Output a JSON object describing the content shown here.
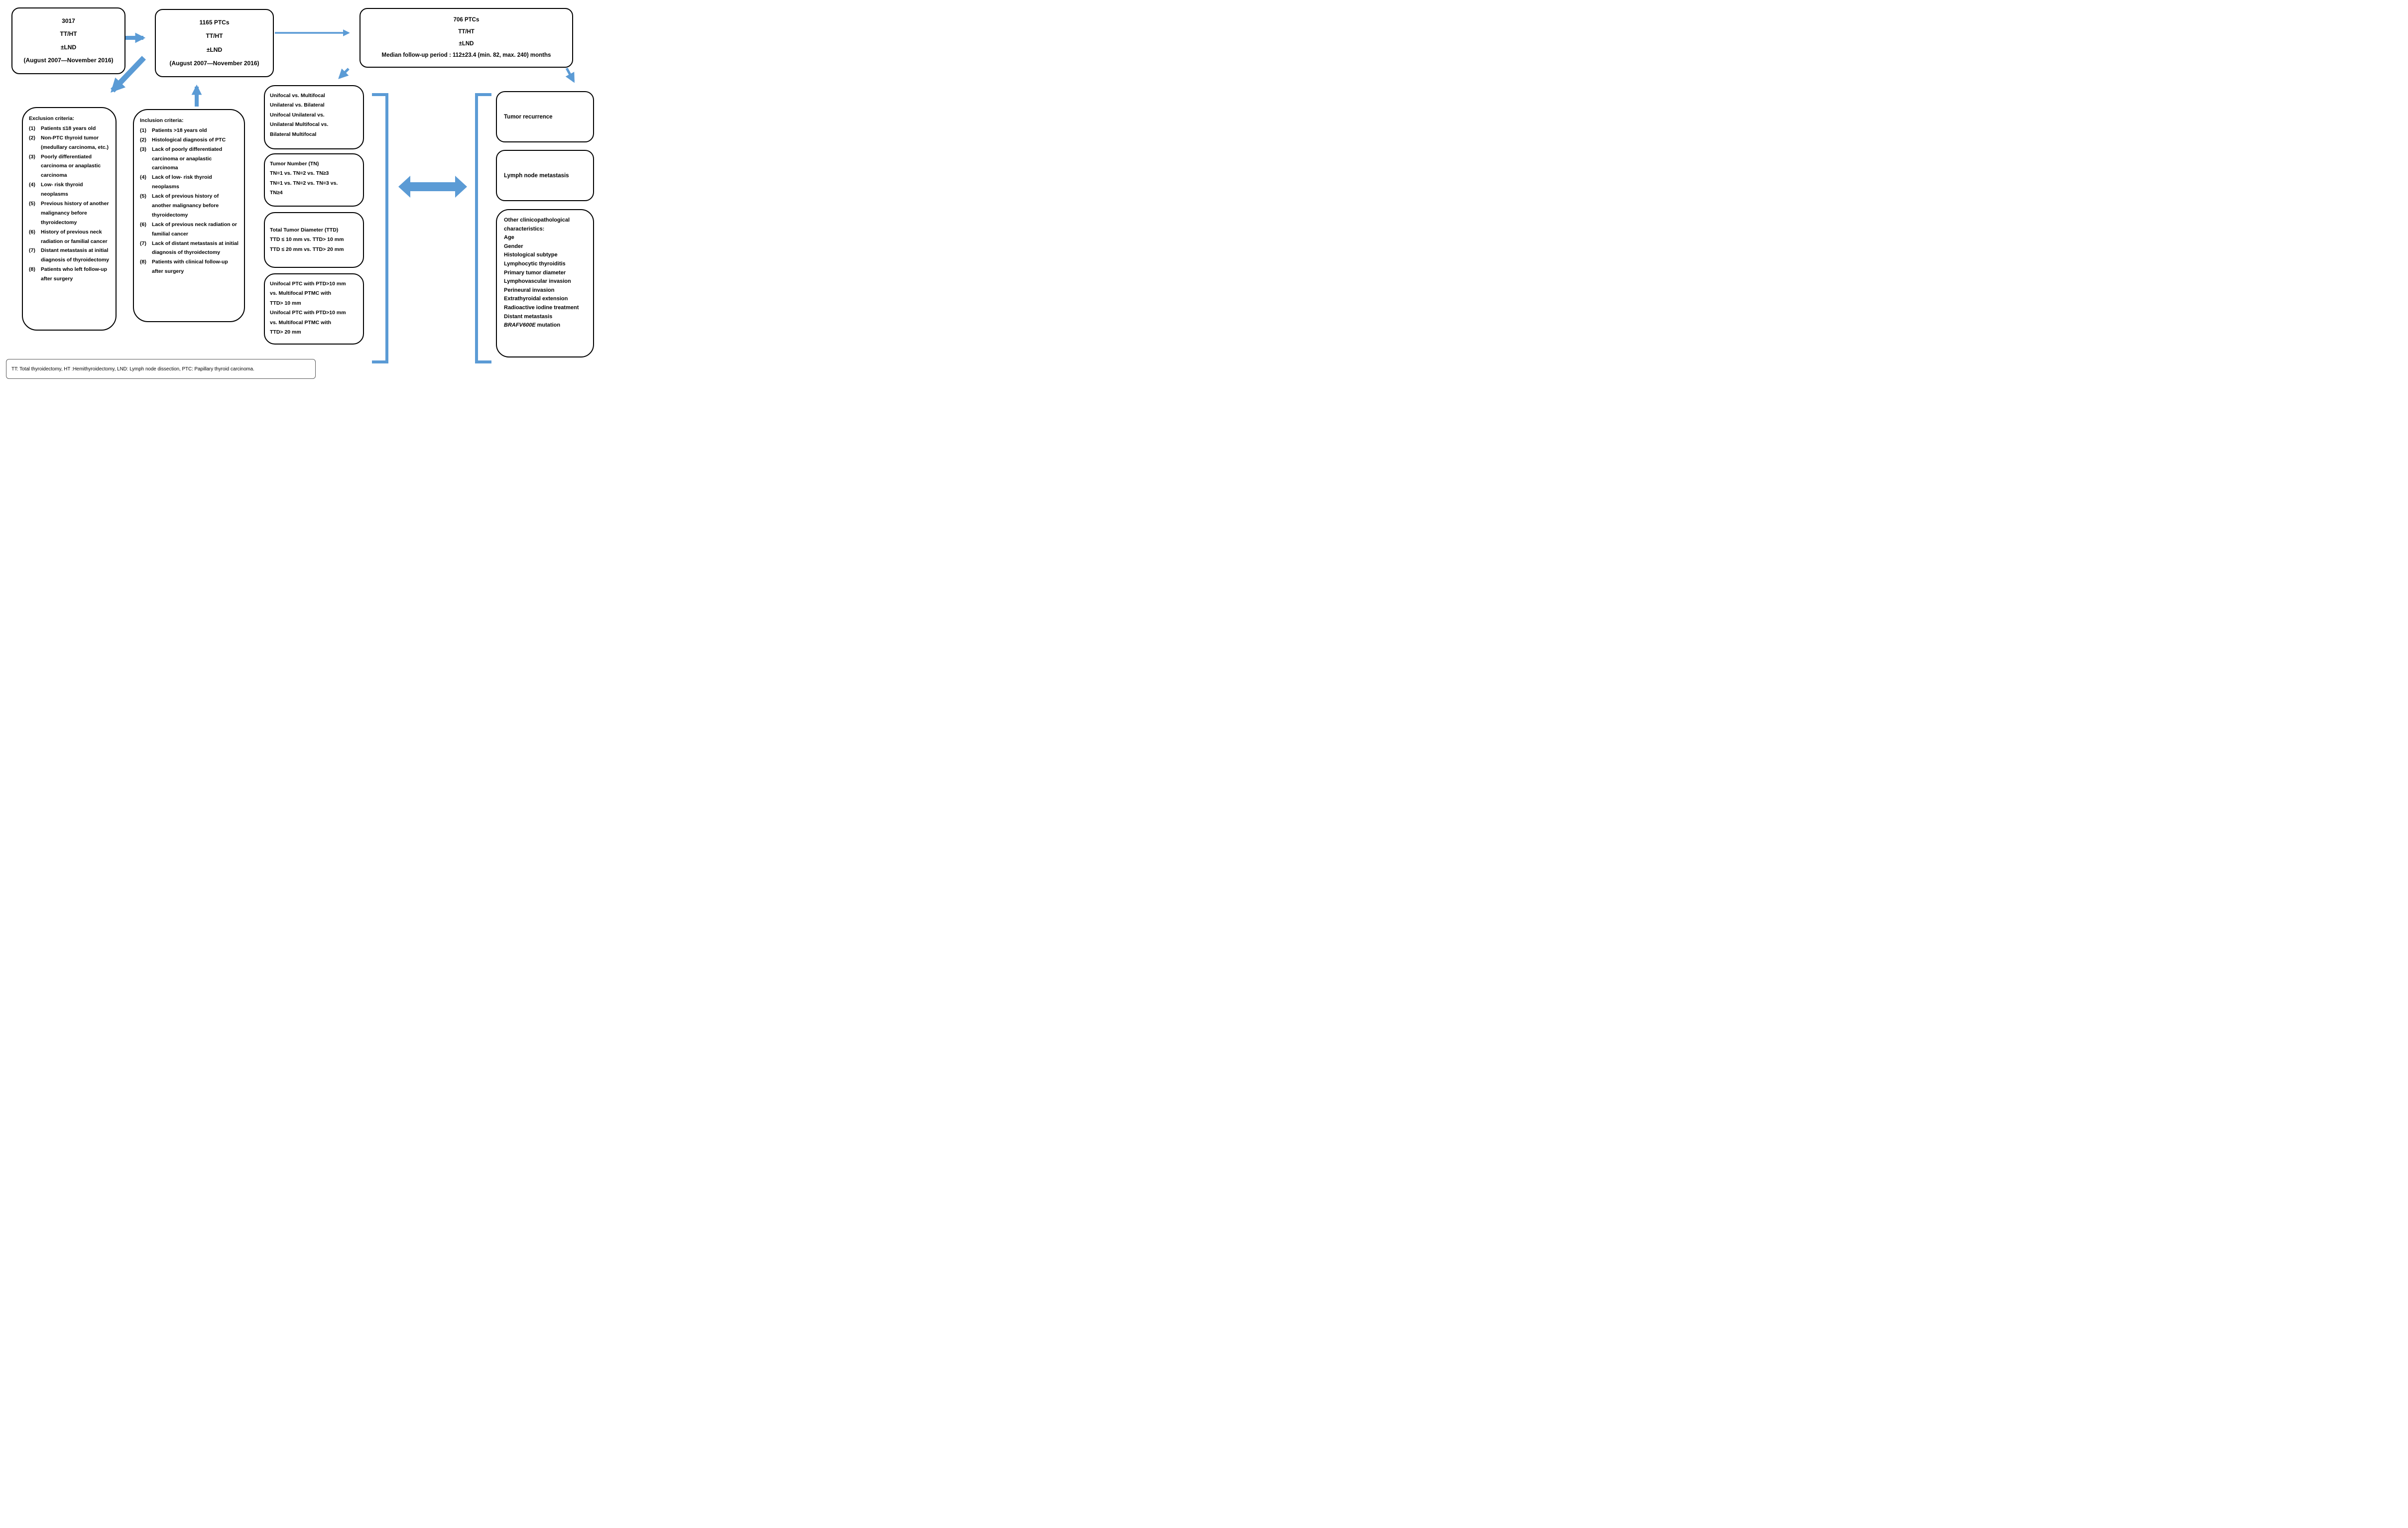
{
  "colors": {
    "accent_blue": "#5b9bd5",
    "box_border": "#000000",
    "background": "#ffffff",
    "footnote_border": "#595959"
  },
  "cohorts": [
    {
      "lines": [
        "3017",
        "TT/HT",
        "±LND",
        "(August 2007—November  2016)"
      ]
    },
    {
      "lines": [
        "1165 PTCs",
        "TT/HT",
        "±LND",
        "(August 2007—November  2016)"
      ]
    },
    {
      "lines": [
        "706 PTCs",
        "TT/HT",
        "±LND",
        "Median follow-up period : 112±23.4 (min. 82, max. 240) months"
      ]
    }
  ],
  "exclusion": {
    "title": "Exclusion criteria:",
    "items": [
      {
        "num": "(1)",
        "text": "Patients ≤18  years old"
      },
      {
        "num": "(2)",
        "text": "Non-PTC thyroid tumor (medullary carcinoma, etc.)"
      },
      {
        "num": "(3)",
        "text": "Poorly differentiated carcinoma or anaplastic carcinoma"
      },
      {
        "num": "(4)",
        "text": "Low- risk thyroid neoplasms"
      },
      {
        "num": "(5)",
        "text": "Previous history of another malignancy before thyroidectomy"
      },
      {
        "num": "(6)",
        "text": "History of previous neck radiation or familial cancer"
      },
      {
        "num": "(7)",
        "text": "Distant metastasis at initial diagnosis of thyroidectomy"
      },
      {
        "num": "(8)",
        "text": "Patients  who left follow-up after surgery"
      }
    ]
  },
  "inclusion": {
    "title": "Inclusion  criteria:",
    "items": [
      {
        "num": "(1)",
        "text": "Patients >18  years old"
      },
      {
        "num": "(2)",
        "text": "Histological diagnosis of PTC"
      },
      {
        "num": "(3)",
        "text": "Lack of poorly differentiated carcinoma or anaplastic carcinoma"
      },
      {
        "num": "(4)",
        "text": "Lack of low- risk thyroid neoplasms"
      },
      {
        "num": "(5)",
        "text": "Lack of previous history of another malignancy before thyroidectomy"
      },
      {
        "num": "(6)",
        "text": "Lack of previous neck radiation or familial cancer"
      },
      {
        "num": "(7)",
        "text": "Lack of  distant metastasis at initial diagnosis of thyroidectomy"
      },
      {
        "num": "(8)",
        "text": "Patients  with clinical follow-up after surgery"
      }
    ]
  },
  "comparisons": [
    {
      "lines": [
        "Unifocal  vs. Multifocal",
        "Unilateral vs. Bilateral",
        "Unifocal Unilateral vs.",
        "Unilateral Multifocal vs.",
        "Bilateral Multifocal"
      ]
    },
    {
      "lines": [
        "Tumor Number (TN)",
        "TN=1 vs. TN=2 vs. TN≥3",
        "TN=1 vs. TN=2 vs. TN=3 vs.",
        "TN≥4"
      ]
    },
    {
      "lines": [
        "Total Tumor Diameter (TTD)",
        "TTD ≤ 10 mm vs. TTD> 10 mm",
        "TTD ≤ 20 mm vs. TTD> 20 mm"
      ]
    },
    {
      "lines": [
        "Unifocal PTC with PTD>10 mm",
        "vs. Multifocal PTMC with",
        "TTD> 10 mm",
        "Unifocal PTC with PTD>10 mm",
        "vs. Multifocal PTMC with",
        "TTD> 20 mm"
      ]
    }
  ],
  "outcomes": {
    "box1": "Tumor recurrence",
    "box2": "Lymph node metastasis",
    "box3": {
      "title": "Other clinicopathological characteristics:",
      "items": [
        "Age",
        "Gender",
        "Histological subtype",
        "Lymphocytic thyroiditis",
        "Primary tumor diameter",
        "Lymphovascular invasion",
        "Perineural invasion",
        "Extrathyroidal extension",
        "Radioactive iodine treatment",
        "Distant metastasis"
      ],
      "braf": {
        "italic": "BRAFV600E",
        "rest": " mutation"
      }
    }
  },
  "footnote": "TT: Total thyroidectomy, HT :Hemithyroidectomy,  LND: Lymph node dissection, PTC: Papillary thyroid carcinoma."
}
